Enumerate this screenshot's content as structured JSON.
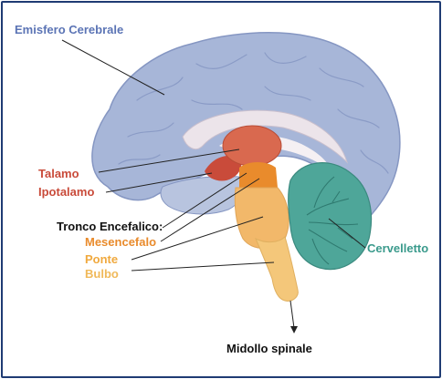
{
  "labels": {
    "emisfero": "Emisfero Cerebrale",
    "talamo": "Talamo",
    "ipotalamo": "Ipotalamo",
    "tronco": "Tronco Encefalico:",
    "mesencefalo": "Mesencefalo",
    "ponte": "Ponte",
    "bulbo": "Bulbo",
    "cervelletto": "Cervelletto",
    "midollo": "Midollo spinale"
  },
  "colors": {
    "border": "#1f3b73",
    "cerebrum": "#a7b6d8",
    "cerebrum_label": "#5b74b5",
    "talamo": "#d9694f",
    "ipotalamo": "#c94b3a",
    "mesencefalo": "#e98b2c",
    "ponte": "#f2b86a",
    "bulbo": "#f4c77a",
    "cervelletto": "#4ea699",
    "cervelletto_label": "#3a9a8c",
    "black": "#111111"
  }
}
